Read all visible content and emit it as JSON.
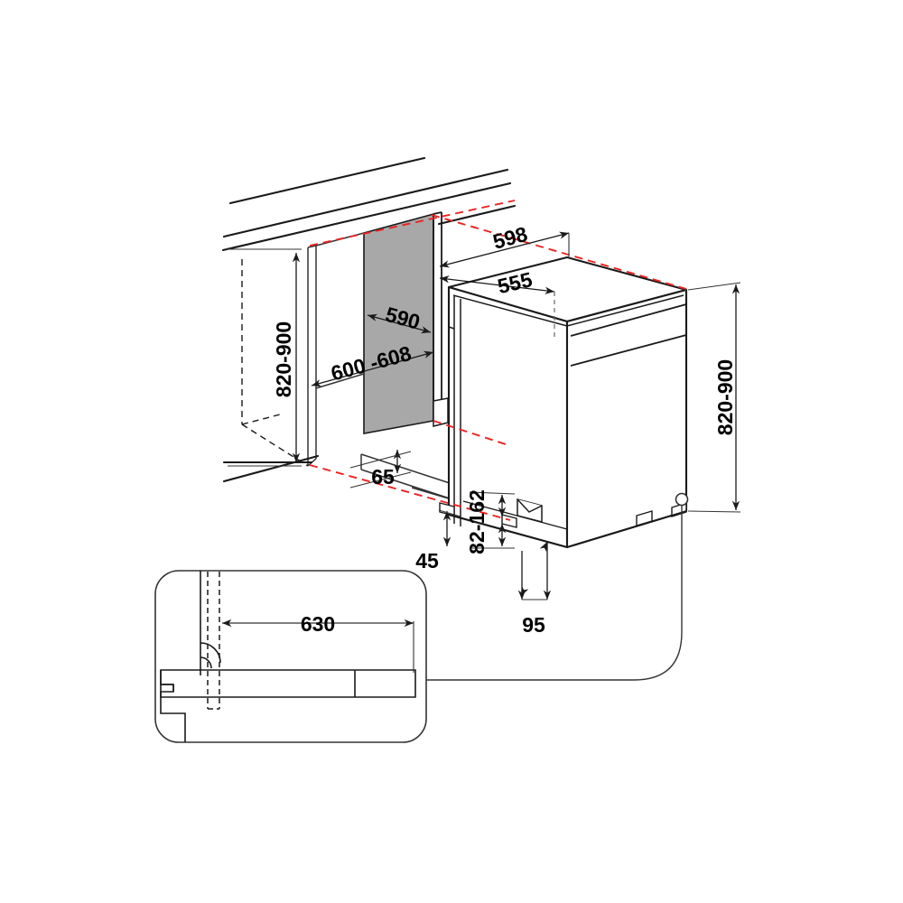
{
  "drawing": {
    "title": "Dishwasher built-under installation dimension drawing",
    "units": "mm",
    "colors": {
      "outline": "#1a1a1a",
      "thin_line": "#333333",
      "panel_fill": "#a8a8a8",
      "clearance_guide": "#ee2222",
      "background": "#ffffff"
    }
  },
  "dimensions": {
    "niche_height_left": "820-900",
    "niche_height_right": "820-900",
    "niche_width": "590",
    "niche_depth_range": "600 -608",
    "appliance_total_depth": "598",
    "appliance_body_depth": "555",
    "plinth_recess": "65",
    "plinth_height": "45",
    "door_bottom_range": "82-162",
    "foot_offset": "95",
    "door_open_clearance": "630"
  },
  "labels": [
    {
      "name": "height-left",
      "value": "820-900",
      "orientation": "vertical"
    },
    {
      "name": "height-right",
      "value": "820-900",
      "orientation": "vertical"
    },
    {
      "name": "niche-width",
      "value": "590",
      "orientation": "horizontal"
    },
    {
      "name": "niche-depth",
      "value": "600 -608",
      "orientation": "horizontal"
    },
    {
      "name": "overall-depth",
      "value": "598",
      "orientation": "horizontal"
    },
    {
      "name": "body-depth",
      "value": "555",
      "orientation": "horizontal"
    },
    {
      "name": "plinth-recess",
      "value": "65",
      "orientation": "horizontal"
    },
    {
      "name": "plinth-height",
      "value": "45",
      "orientation": "horizontal"
    },
    {
      "name": "door-gap",
      "value": "82-162",
      "orientation": "vertical"
    },
    {
      "name": "foot-offset",
      "value": "95",
      "orientation": "horizontal"
    },
    {
      "name": "door-swing",
      "value": "630",
      "orientation": "horizontal"
    }
  ],
  "detail_inset": {
    "name": "door-open-plan-detail",
    "dimension": "630"
  }
}
